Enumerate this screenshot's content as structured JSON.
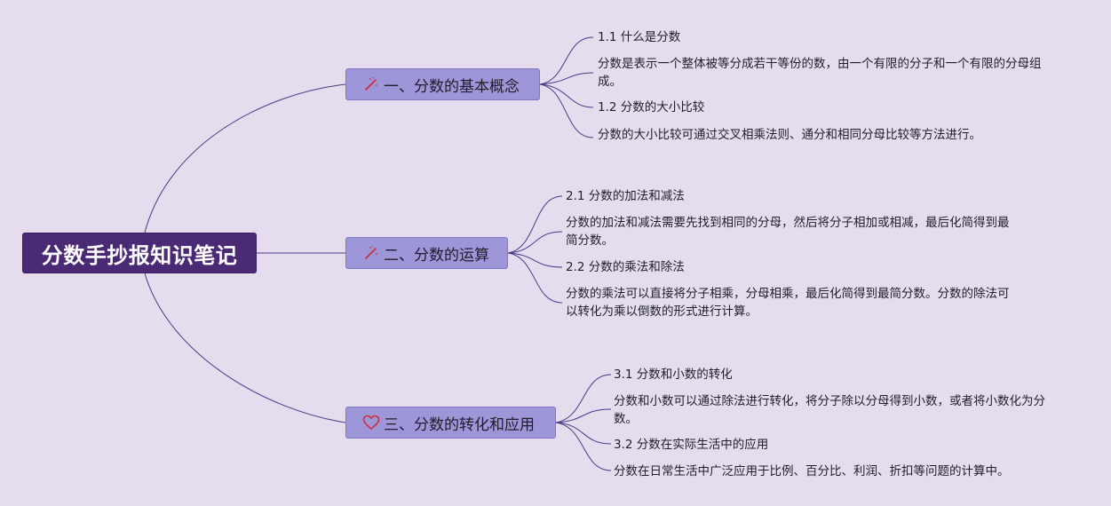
{
  "root": {
    "title": "分数手抄报知识笔记"
  },
  "branches": [
    {
      "label": "一、分数的基本概念",
      "icon": "magic-wand-icon",
      "icon_color": "#cc2f3a",
      "items": [
        {
          "text": "1.1 什么是分数"
        },
        {
          "text": "分数是表示一个整体被等分成若干等份的数，由一个有限的分子和一个有限的分母组成。"
        },
        {
          "text": "1.2 分数的大小比较"
        },
        {
          "text": "分数的大小比较可通过交叉相乘法则、通分和相同分母比较等方法进行。"
        }
      ]
    },
    {
      "label": "二、分数的运算",
      "icon": "magic-wand-icon",
      "icon_color": "#cc2f3a",
      "items": [
        {
          "text": "2.1 分数的加法和减法"
        },
        {
          "text": "分数的加法和减法需要先找到相同的分母，然后将分子相加或相减，最后化简得到最简分数。"
        },
        {
          "text": "2.2 分数的乘法和除法"
        },
        {
          "text": "分数的乘法可以直接将分子相乘，分母相乘，最后化简得到最简分数。分数的除法可以转化为乘以倒数的形式进行计算。"
        }
      ]
    },
    {
      "label": "三、分数的转化和应用",
      "icon": "heart-icon",
      "icon_color": "#cc2f3a",
      "items": [
        {
          "text": "3.1 分数和小数的转化"
        },
        {
          "text": "分数和小数可以通过除法进行转化，将分子除以分母得到小数，或者将小数化为分数。"
        },
        {
          "text": "3.2 分数在实际生活中的应用"
        },
        {
          "text": "分数在日常生活中广泛应用于比例、百分比、利润、折扣等问题的计算中。"
        }
      ]
    }
  ],
  "colors": {
    "background": "#e5dcee",
    "root_fill": "#4b2a75",
    "branch_fill": "#9d96d9",
    "connector": "#4a3a86"
  }
}
